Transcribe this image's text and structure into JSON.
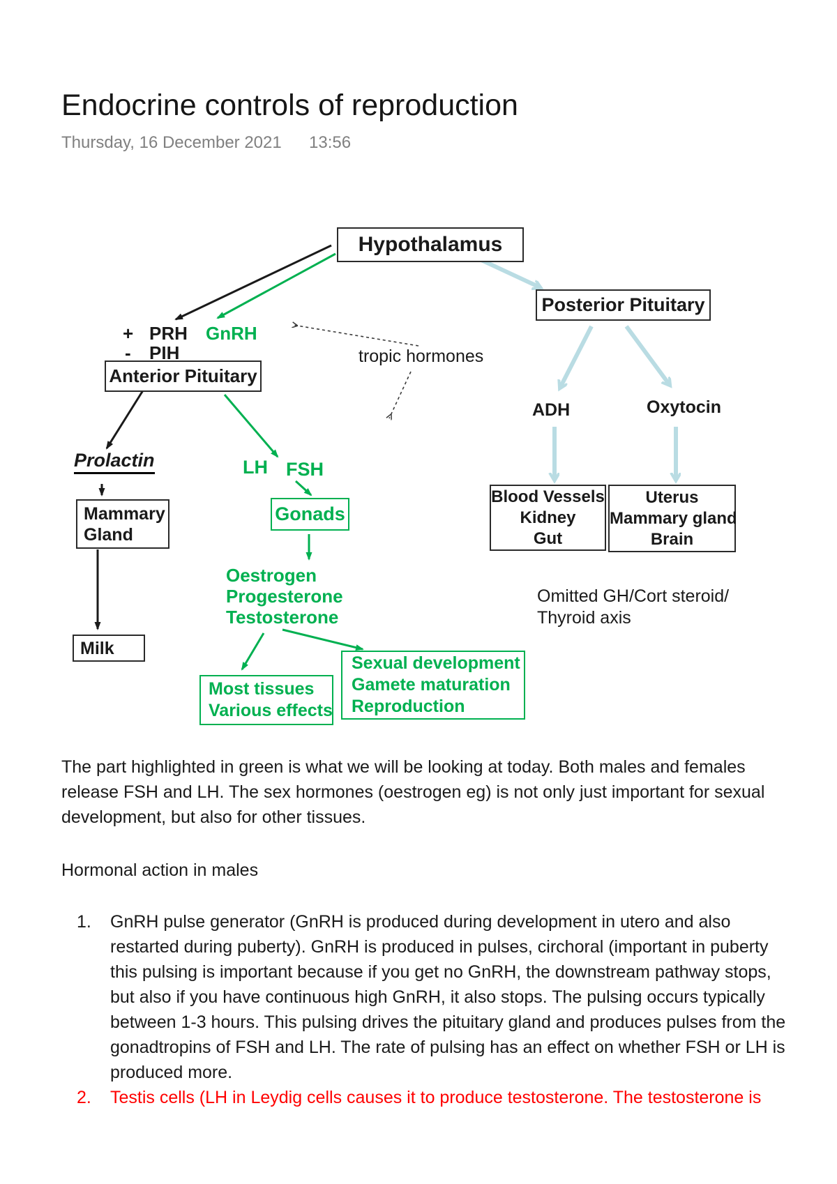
{
  "header": {
    "title": "Endocrine controls of reproduction",
    "date": "Thursday, 16 December 2021",
    "time": "13:56"
  },
  "diagram": {
    "hypothalamus": "Hypothalamus",
    "posterior_pituitary": "Posterior Pituitary",
    "plus_sign": "+",
    "prh": "PRH",
    "gnrh": "GnRH",
    "minus_sign": "-",
    "pih": "PIH",
    "anterior_pituitary": "Anterior Pituitary",
    "tropic_hormones": "tropic hormones",
    "prolactin": "Prolactin",
    "lh": "LH",
    "fsh": "FSH",
    "gonads": "Gonads",
    "mammary_gland": [
      "Mammary",
      "Gland"
    ],
    "milk": "Milk",
    "sex_hormones": [
      "Oestrogen",
      "Progesterone",
      "Testosterone"
    ],
    "most_tissues": [
      "Most tissues",
      "Various effects"
    ],
    "sexual_development": [
      "Sexual development",
      "Gamete maturation",
      "Reproduction"
    ],
    "adh": "ADH",
    "oxytocin": "Oxytocin",
    "blood_vessels": [
      "Blood Vessels",
      "Kidney",
      "Gut"
    ],
    "uterus": [
      "Uterus",
      "Mammary gland",
      "Brain"
    ],
    "omitted": [
      "Omitted GH/Cort steroid/",
      "Thyroid axis"
    ],
    "colors": {
      "green": "#00B050",
      "light_blue": "#B9DCE3",
      "black": "#1A1A1A"
    }
  },
  "body": {
    "para1": [
      "The part highlighted in green is what we will be looking at today. Both males and females",
      "release FSH and LH. The sex hormones (oestrogen eg) is not only just important for sexual",
      "development, but also for other tissues."
    ],
    "heading": "Hormonal action in males",
    "list": {
      "item1_number": "1.",
      "item1_lines": [
        "GnRH pulse generator (GnRH is produced during development in utero and also",
        "restarted during puberty). GnRH is produced in pulses, circhoral (important in puberty",
        "this pulsing is important because if you get no GnRH, the downstream pathway stops,",
        "but also if you have continuous high GnRH, it also stops. The pulsing occurs typically",
        "between 1-3 hours. This pulsing drives the pituitary gland and produces pulses from the",
        "gonadtropins of FSH and LH. The rate of pulsing has an effect on whether FSH or LH is",
        "produced more."
      ],
      "item2_number": "2.",
      "item2_lines": [
        "Testis cells (LH in Leydig cells causes it to produce testosterone. The testosterone is"
      ],
      "item2_color": "#FF0000"
    }
  }
}
